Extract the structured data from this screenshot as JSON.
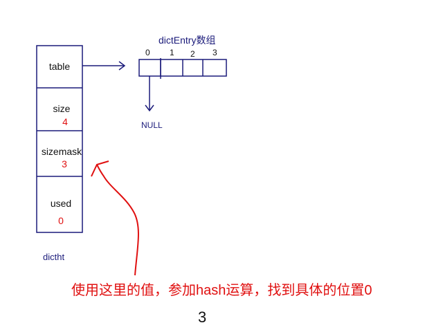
{
  "dictht": {
    "label": "dictht",
    "fields": [
      {
        "name": "table",
        "value": ""
      },
      {
        "name": "size",
        "value": "4"
      },
      {
        "name": "sizemask",
        "value": "3"
      },
      {
        "name": "used",
        "value": "0"
      }
    ]
  },
  "array": {
    "title": "dictEntry数组",
    "indices": [
      "0",
      "1",
      "2",
      "3"
    ],
    "null_label": "NULL"
  },
  "annotation": {
    "text": "使用这里的值，参加hash运算，找到具体的位置0"
  },
  "page_number": "3",
  "colors": {
    "struct_border": "#1a1a7a",
    "arrow": "#1a1a7a",
    "value_text": "#e01010",
    "annotation": "#e01010"
  }
}
